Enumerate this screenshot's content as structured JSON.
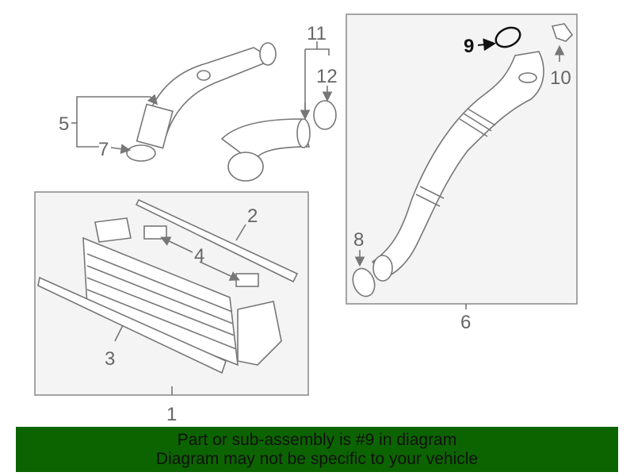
{
  "diagram": {
    "callouts": {
      "c1": "1",
      "c2": "2",
      "c3": "3",
      "c4": "4",
      "c5": "5",
      "c6": "6",
      "c7": "7",
      "c8": "8",
      "c9": "9",
      "c10": "10",
      "c11": "11",
      "c12": "12"
    },
    "highlighted_part": "9"
  },
  "banner": {
    "line1": "Part or sub-assembly is #9 in diagram",
    "line2": "Diagram may not be specific to your vehicle",
    "color": "#0c6400"
  }
}
